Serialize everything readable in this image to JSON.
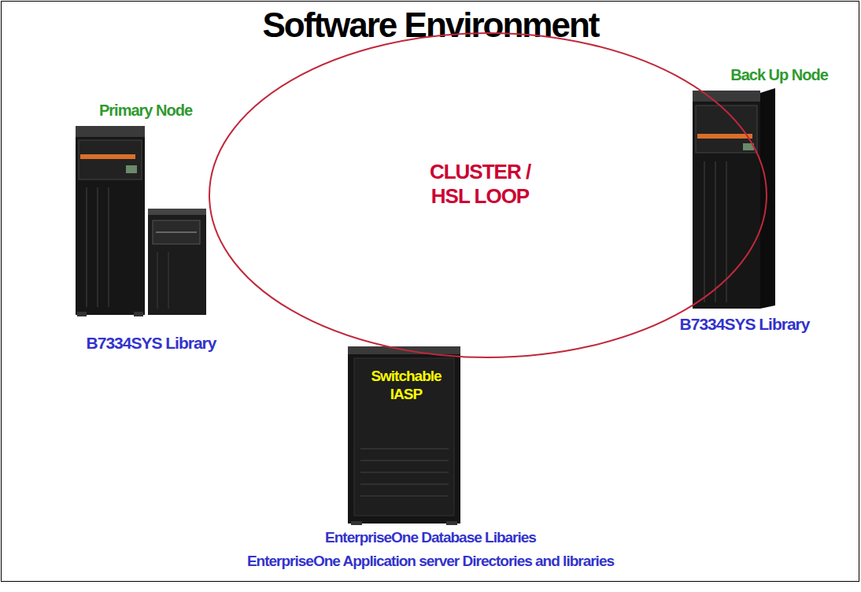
{
  "diagram": {
    "title": "Software Environment",
    "nodes": [
      {
        "text": [
          "Primary Node",
          "B7334SYS Library"
        ]
      },
      {
        "text": [
          "CLUSTER / HSL LOOP"
        ]
      },
      {
        "text": [
          "Back Up Node",
          "B7334SYS Library"
        ]
      },
      {
        "text": [
          "Switchable IASP",
          "EnterpriseOne Database Libaries",
          "EnterpriseOne Application server Directories and libraries"
        ]
      }
    ]
  }
}
